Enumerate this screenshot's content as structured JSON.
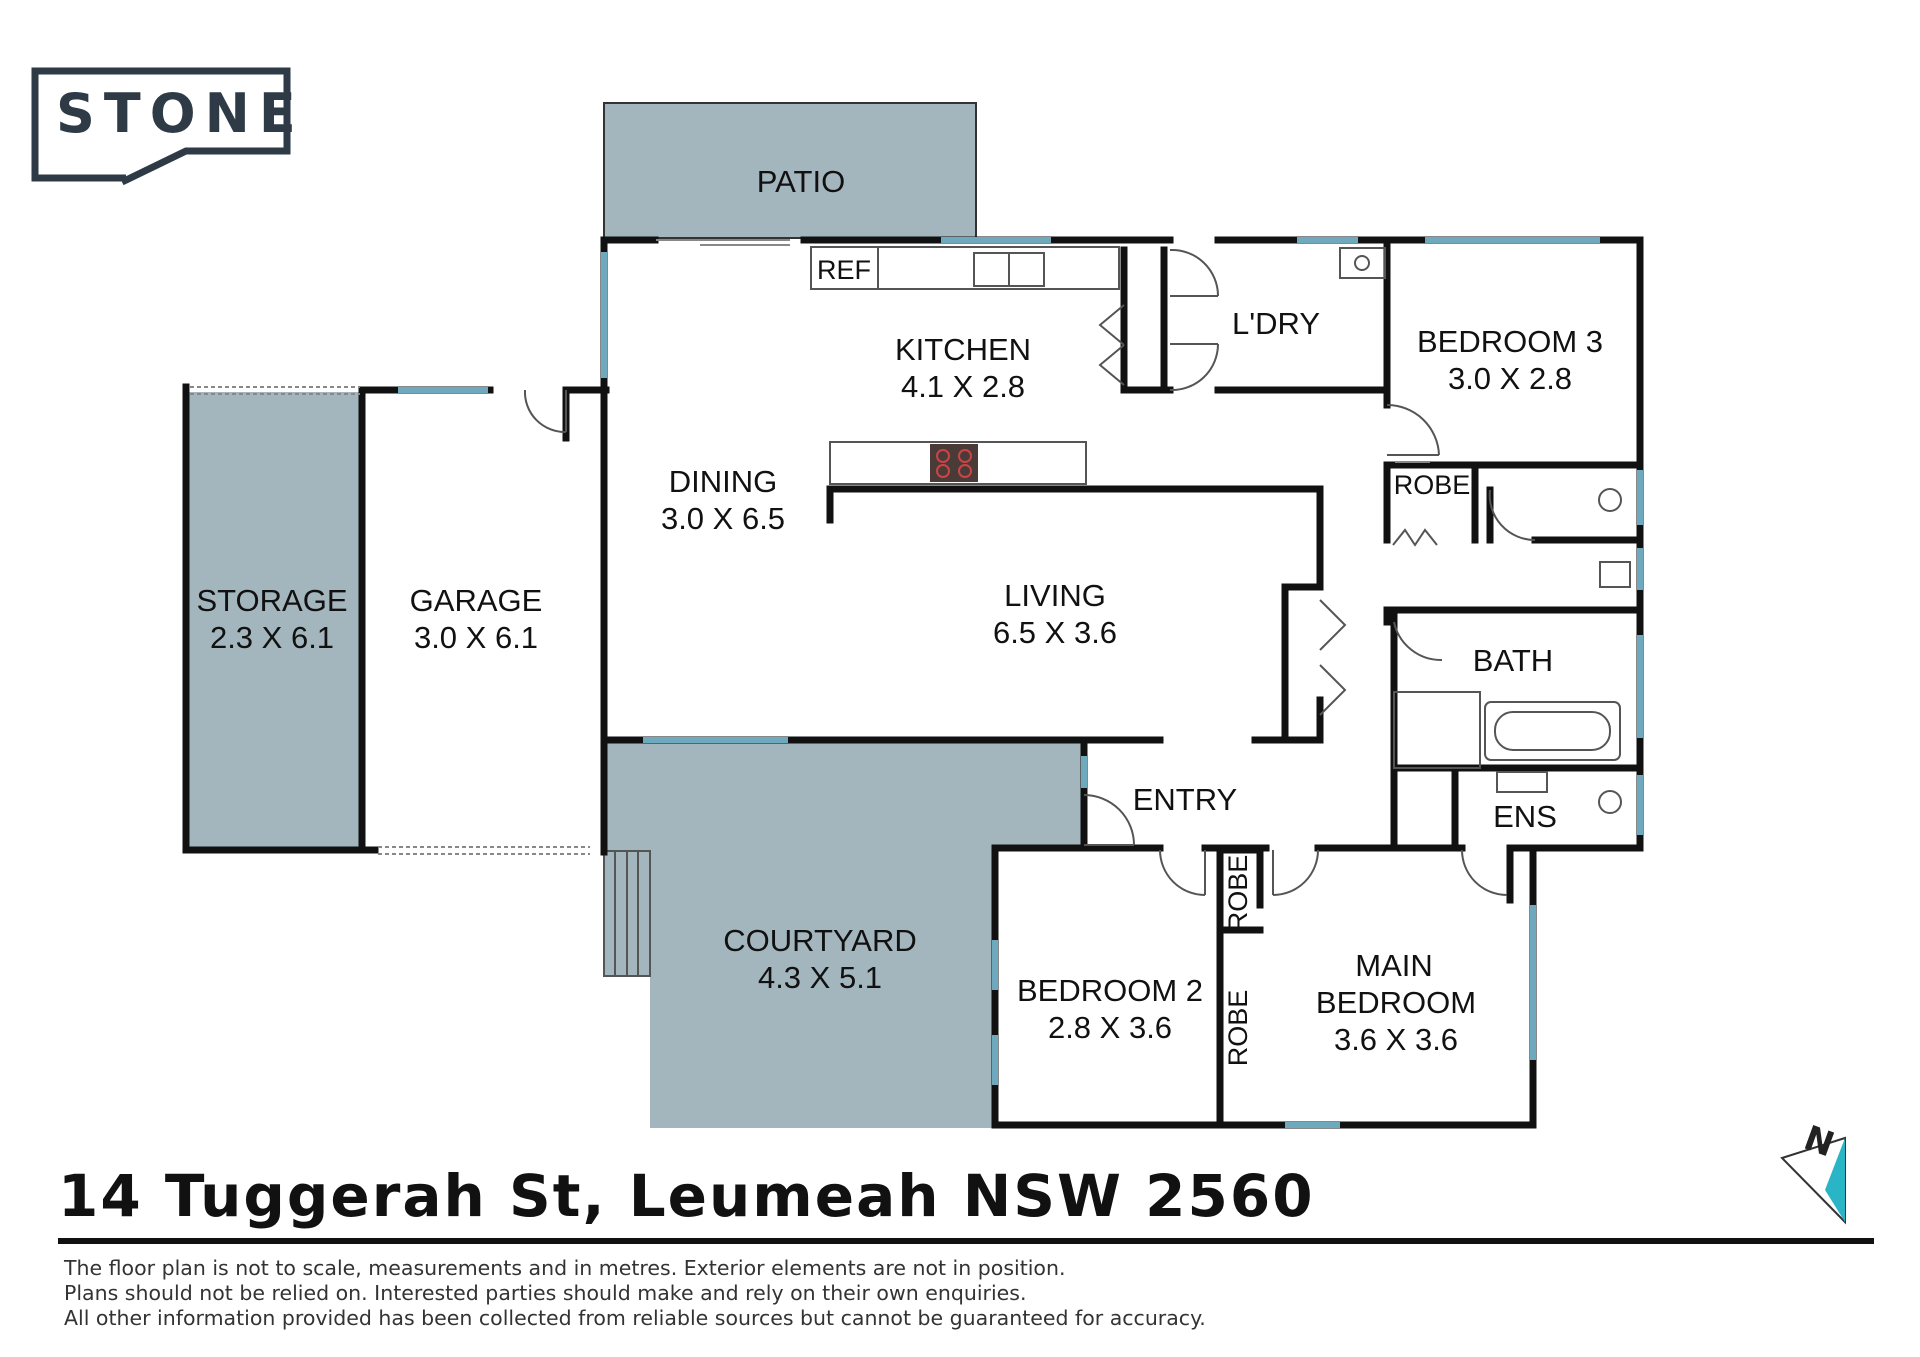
{
  "brand": {
    "name": "STONE"
  },
  "address": "14 Tuggerah St, Leumeah NSW 2560",
  "disclaimer": [
    "The floor plan is not to scale, measurements and in metres. Exterior elements are not in position.",
    "Plans should not be relied on. Interested parties should make and rely on their own enquiries.",
    "All other information provided has been collected from reliable sources but cannot be guaranteed for accuracy."
  ],
  "colors": {
    "outdoor": "#a3b5bd",
    "window": "#6fa9be",
    "wall": "#111111",
    "compass_fill": "#29b5c6",
    "logo": "#2e3b46"
  },
  "compass": {
    "label": "N",
    "icon": "north-arrow-icon"
  },
  "rooms": {
    "patio": {
      "name": "PATIO"
    },
    "kitchen": {
      "name": "KITCHEN",
      "size": "4.1 X 2.8"
    },
    "laundry": {
      "name": "L'DRY"
    },
    "bedroom3": {
      "name": "BEDROOM 3",
      "size": "3.0 X 2.8"
    },
    "dining": {
      "name": "DINING",
      "size": "3.0 X 6.5"
    },
    "living": {
      "name": "LIVING",
      "size": "6.5 X 3.6"
    },
    "storage": {
      "name": "STORAGE",
      "size": "2.3 X 6.1"
    },
    "garage": {
      "name": "GARAGE",
      "size": "3.0 X 6.1"
    },
    "bath": {
      "name": "BATH"
    },
    "entry": {
      "name": "ENTRY"
    },
    "ensuite": {
      "name": "ENS"
    },
    "courtyard": {
      "name": "COURTYARD",
      "size": "4.3 X 5.1"
    },
    "bedroom2": {
      "name": "BEDROOM 2",
      "size": "2.8 X 3.6"
    },
    "main_bedroom": {
      "name_line1": "MAIN",
      "name_line2": "BEDROOM",
      "size": "3.6 X 3.6"
    }
  },
  "labels": {
    "ref": "REF",
    "robe": "ROBE"
  }
}
